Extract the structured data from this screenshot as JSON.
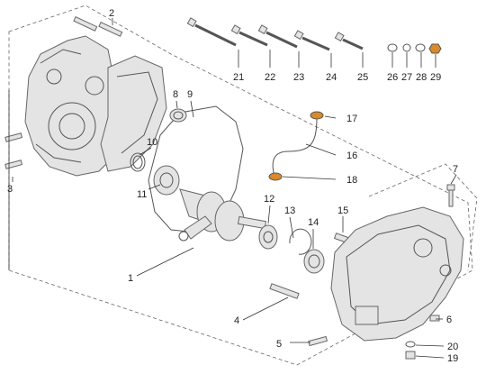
{
  "diagram": {
    "labels": {
      "l1": "1",
      "l2": "2",
      "l3": "3",
      "l4": "4",
      "l5": "5",
      "l6": "6",
      "l7": "7",
      "l8": "8",
      "l9": "9",
      "l10": "10",
      "l11": "11",
      "l12": "12",
      "l13": "13",
      "l14": "14",
      "l15": "15",
      "l16": "16",
      "l17": "17",
      "l18": "18",
      "l19": "19",
      "l20": "20",
      "l21": "21",
      "l22": "22",
      "l23": "23",
      "l24": "24",
      "l25": "25",
      "l26": "26",
      "l27": "27",
      "l28": "28",
      "l29": "29"
    },
    "colors": {
      "line": "#555555",
      "fill": "#e4e4e4",
      "orange": "#d98a2b"
    }
  }
}
